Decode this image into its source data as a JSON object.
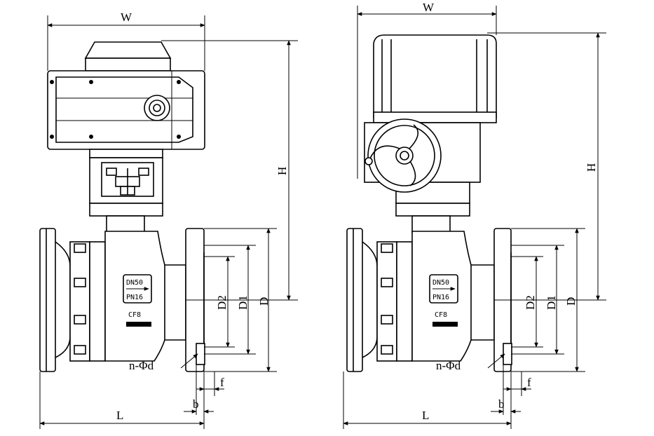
{
  "views": [
    {
      "id": "front",
      "dims": {
        "w": "W",
        "h": "H",
        "d": "D",
        "d1": "D1",
        "d2": "D2",
        "l": "L",
        "b": "b",
        "f": "f",
        "bolt": "n-Φd"
      },
      "nameplate": {
        "dn": "DN50",
        "pn": "PN16",
        "material": "CF8"
      }
    },
    {
      "id": "side",
      "dims": {
        "w": "W",
        "h": "H",
        "d": "D",
        "d1": "D1",
        "d2": "D2",
        "l": "L",
        "b": "b",
        "f": "f",
        "bolt": "n-Φd"
      },
      "nameplate": {
        "dn": "DN50",
        "pn": "PN16",
        "material": "CF8"
      }
    }
  ]
}
